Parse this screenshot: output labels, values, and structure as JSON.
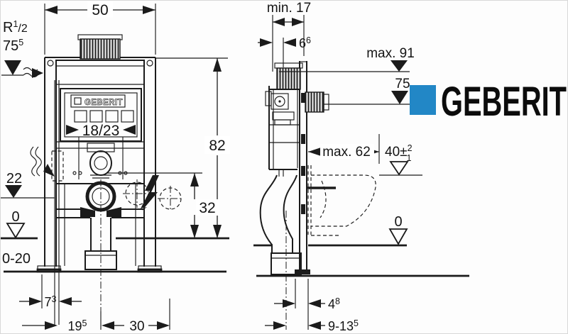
{
  "brand": {
    "logo": "GEBERIT",
    "panel_logo": "GEBERIT",
    "blue": "#2287c6"
  },
  "front": {
    "width": "50",
    "thread": {
      "main": "R",
      "sup": "1",
      "rest": "/2"
    },
    "supply_height": {
      "main": "75",
      "sup": "5"
    },
    "model": "18/23",
    "total_height": "82",
    "supply_level": "22",
    "outlet_height": "32",
    "zero": "0",
    "floor_range": "0-20",
    "foot_offset": {
      "main": "7",
      "sup": "3"
    },
    "supply_offset": {
      "main": "19",
      "sup": "5"
    },
    "drain_offset": "30"
  },
  "side": {
    "min_depth": "min. 17",
    "pipe_offset": {
      "main": "6",
      "sup": "6"
    },
    "max_height": "max. 91",
    "pipe_level": "75",
    "max_depth": "max. 62",
    "bowl_height": {
      "main": "40±",
      "sup": "2",
      "sub": "1"
    },
    "zero": "0",
    "bend_offset": {
      "main": "4",
      "sup": "8"
    },
    "outlet_range": {
      "main": "9-13",
      "sup": "5"
    }
  }
}
